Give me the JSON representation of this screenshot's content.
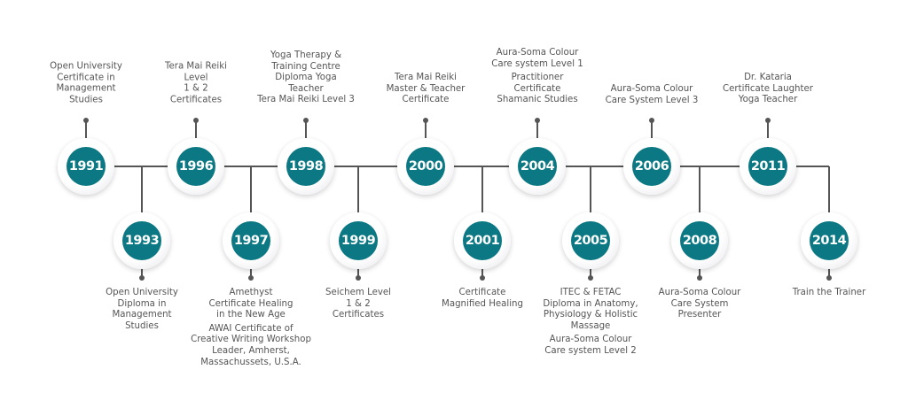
{
  "accent_color": "#0b7884",
  "events": [
    {
      "year": "1991",
      "text": [
        "Open University\nCertificate in\nManagement\nStudies"
      ]
    },
    {
      "year": "1993",
      "text": [
        "Open University\nDiploma in\nManagement\nStudies"
      ]
    },
    {
      "year": "1996",
      "text": [
        "Tera Mai Reiki\nLevel\n1 & 2\nCertificates"
      ]
    },
    {
      "year": "1997",
      "text": [
        "Amethyst\nCertificate Healing\nin the New Age",
        "AWAI Certificate of\nCreative Writing Workshop\nLeader, Amherst,\nMassachussets, U.S.A."
      ]
    },
    {
      "year": "1998",
      "text": [
        "Yoga Therapy &\nTraining Centre\nDiploma Yoga\nTeacher\nTera Mai Reiki Level 3"
      ]
    },
    {
      "year": "1999",
      "text": [
        "Seichem Level\n1 & 2\nCertificates"
      ]
    },
    {
      "year": "2000",
      "text": [
        "Tera Mai Reiki\nMaster & Teacher\nCertificate"
      ]
    },
    {
      "year": "2001",
      "text": [
        "Certificate\nMagnified Healing"
      ]
    },
    {
      "year": "2004",
      "text": [
        "Aura-Soma Colour\nCare system Level 1",
        "Practitioner\nCertificate\nShamanic Studies"
      ]
    },
    {
      "year": "2005",
      "text": [
        "ITEC & FETAC\nDiploma in Anatomy,\nPhysiology & Holistic\nMassage",
        "Aura-Soma Colour\nCare system Level 2"
      ]
    },
    {
      "year": "2006",
      "text": [
        "Aura-Soma Colour\nCare System Level 3"
      ]
    },
    {
      "year": "2008",
      "text": [
        "Aura-Soma Colour\nCare System\nPresenter"
      ]
    },
    {
      "year": "2011",
      "text": [
        "Dr. Kataria\nCertificate Laughter\nYoga Teacher"
      ]
    },
    {
      "year": "2014",
      "text": [
        "Train the Trainer"
      ]
    }
  ]
}
